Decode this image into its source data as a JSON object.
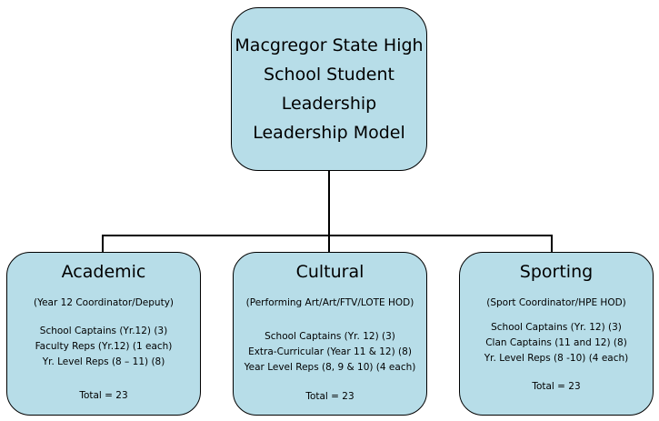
{
  "root": {
    "lines": [
      "Macgregor State High",
      "School Student",
      "Leadership",
      "Leadership Model"
    ]
  },
  "children": [
    {
      "title": "Academic",
      "subtitle": "(Year 12 Coordinator/Deputy)",
      "items": [
        "School Captains (Yr.12) (3)",
        "Faculty Reps (Yr.12) (1 each)",
        "Yr. Level Reps (8 – 11) (8)"
      ],
      "total": "Total = 23"
    },
    {
      "title": "Cultural",
      "subtitle": "(Performing Art/Art/FTV/LOTE HOD)",
      "items": [
        "School Captains (Yr. 12) (3)",
        "Extra-Curricular (Year 11 & 12) (8)",
        "Year Level Reps (8, 9 & 10) (4 each)"
      ],
      "total": "Total = 23"
    },
    {
      "title": "Sporting",
      "subtitle": "(Sport Coordinator/HPE HOD)",
      "items": [
        "School Captains (Yr. 12) (3)",
        "Clan Captains (11 and 12) (8)",
        "Yr. Level Reps (8 -10) (4 each)"
      ],
      "total": "Total = 23"
    }
  ],
  "colors": {
    "box_fill": "#b7dde8",
    "border": "#000000",
    "connector": "#000000"
  }
}
